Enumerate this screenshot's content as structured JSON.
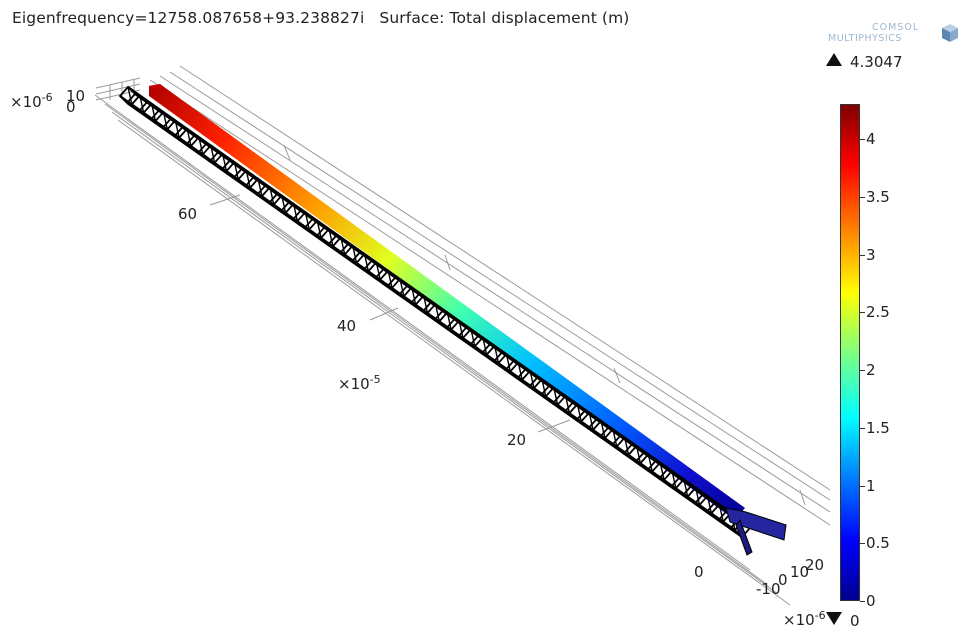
{
  "title": "Eigenfrequency=12758.087658+93.238827i   Surface: Total displacement (m)",
  "logo": {
    "line1": "COMSOL",
    "line2": "MULTIPHYSICS",
    "icon": "comsol-cube-icon"
  },
  "axes": {
    "axis1_ticks": [
      "60",
      "40",
      "20",
      "0"
    ],
    "axis1_multiplier": "×10",
    "axis1_multiplier_exp": "-5",
    "axis2_ticks": [
      "-10",
      "0",
      "10",
      "20"
    ],
    "axis2_multiplier": "×10",
    "axis2_multiplier_exp": "-6",
    "far_axis_ticks": [
      "10",
      "0"
    ],
    "far_axis_multiplier": "×10",
    "far_axis_multiplier_exp": "-6"
  },
  "colorbar": {
    "max_label": "4.3047",
    "min_label": "0",
    "ticks": [
      "4",
      "3.5",
      "3",
      "2.5",
      "2",
      "1.5",
      "1",
      "0.5",
      "0"
    ],
    "tick_values": [
      4,
      3.5,
      3,
      2.5,
      2,
      1.5,
      1,
      0.5,
      0
    ],
    "range": [
      0,
      4.3047
    ],
    "colormap": [
      "#00008f",
      "#0000ff",
      "#0080ff",
      "#00ffff",
      "#80ff80",
      "#ffff00",
      "#ff8000",
      "#ff0000",
      "#800000"
    ]
  }
}
